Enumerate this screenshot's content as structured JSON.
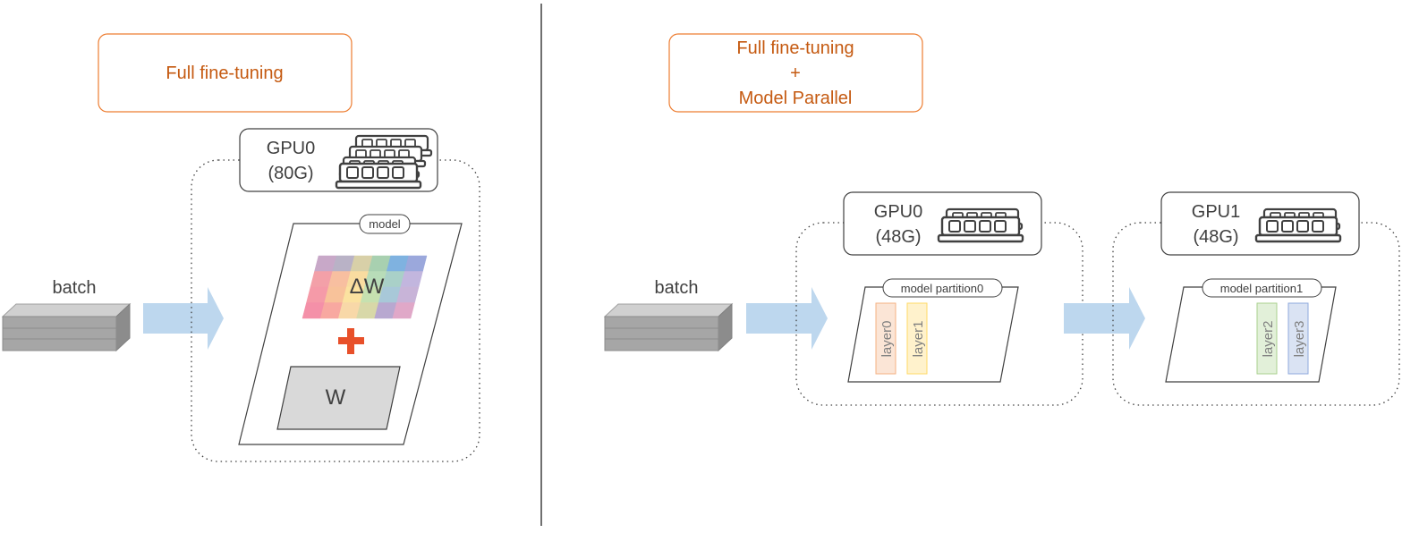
{
  "left": {
    "title": "Full fine-tuning",
    "batch_label": "batch",
    "gpu": {
      "name": "GPU0",
      "memory": "(80G)"
    },
    "model_label": "model",
    "delta_label": "ΔW",
    "weight_label": "W"
  },
  "right": {
    "title_line1": "Full fine-tuning",
    "title_line2": "+",
    "title_line3": "Model Parallel",
    "batch_label": "batch",
    "gpu0": {
      "name": "GPU0",
      "memory": "(48G)"
    },
    "gpu1": {
      "name": "GPU1",
      "memory": "(48G)"
    },
    "partition0_label": "model partition0",
    "partition1_label": "model partition1",
    "layers": [
      "layer0",
      "layer1",
      "layer2",
      "layer3"
    ]
  },
  "colors": {
    "title_text": "#c55a11",
    "title_border": "#ed7d31",
    "arrow": "#bdd7ee",
    "plus": "#e8502a",
    "layer0": "#f8cbad",
    "layer1": "#ffe699",
    "layer2": "#c5e0b4",
    "layer3": "#b4c7e7"
  }
}
